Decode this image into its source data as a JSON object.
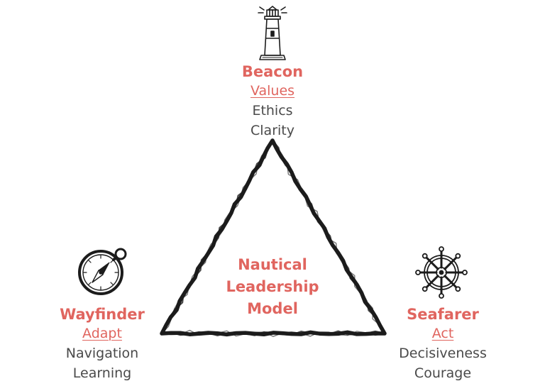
{
  "colors": {
    "accent": "#e0655f",
    "text": "#4a4a4a",
    "stroke": "#1c1c1c",
    "faint": "#9bc8e8"
  },
  "beacon": {
    "icon": "lighthouse-icon",
    "title": "Beacon",
    "subtitle": "Values",
    "traits": [
      "Ethics",
      "Clarity"
    ]
  },
  "wayfinder": {
    "icon": "compass-icon",
    "title": "Wayfinder",
    "subtitle": "Adapt",
    "traits": [
      "Navigation",
      "Learning"
    ]
  },
  "seafarer": {
    "icon": "ship-wheel-icon",
    "title": "Seafarer",
    "subtitle": "Act",
    "traits": [
      "Decisiveness",
      "Courage"
    ]
  },
  "center": {
    "lines": [
      "Nautical",
      "Leadership",
      "Model"
    ]
  }
}
